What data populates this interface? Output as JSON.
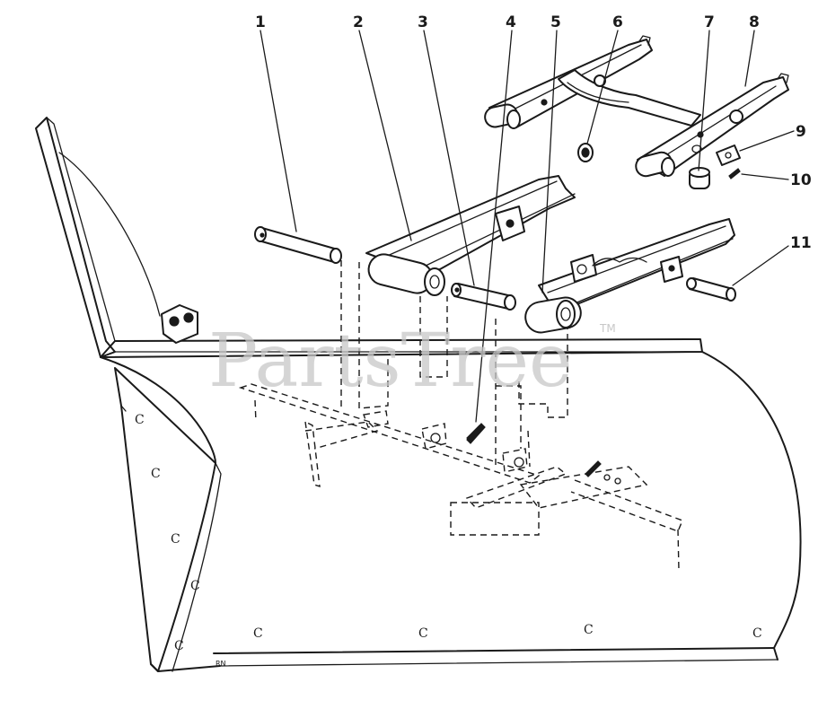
{
  "diagram": {
    "callouts": [
      "1",
      "2",
      "3",
      "4",
      "5",
      "6",
      "7",
      "8",
      "9",
      "10",
      "11"
    ],
    "watermark": "PartsTree",
    "trademark": "TM",
    "mounting_hole_glyph": "C",
    "artist_mark": "RN"
  }
}
